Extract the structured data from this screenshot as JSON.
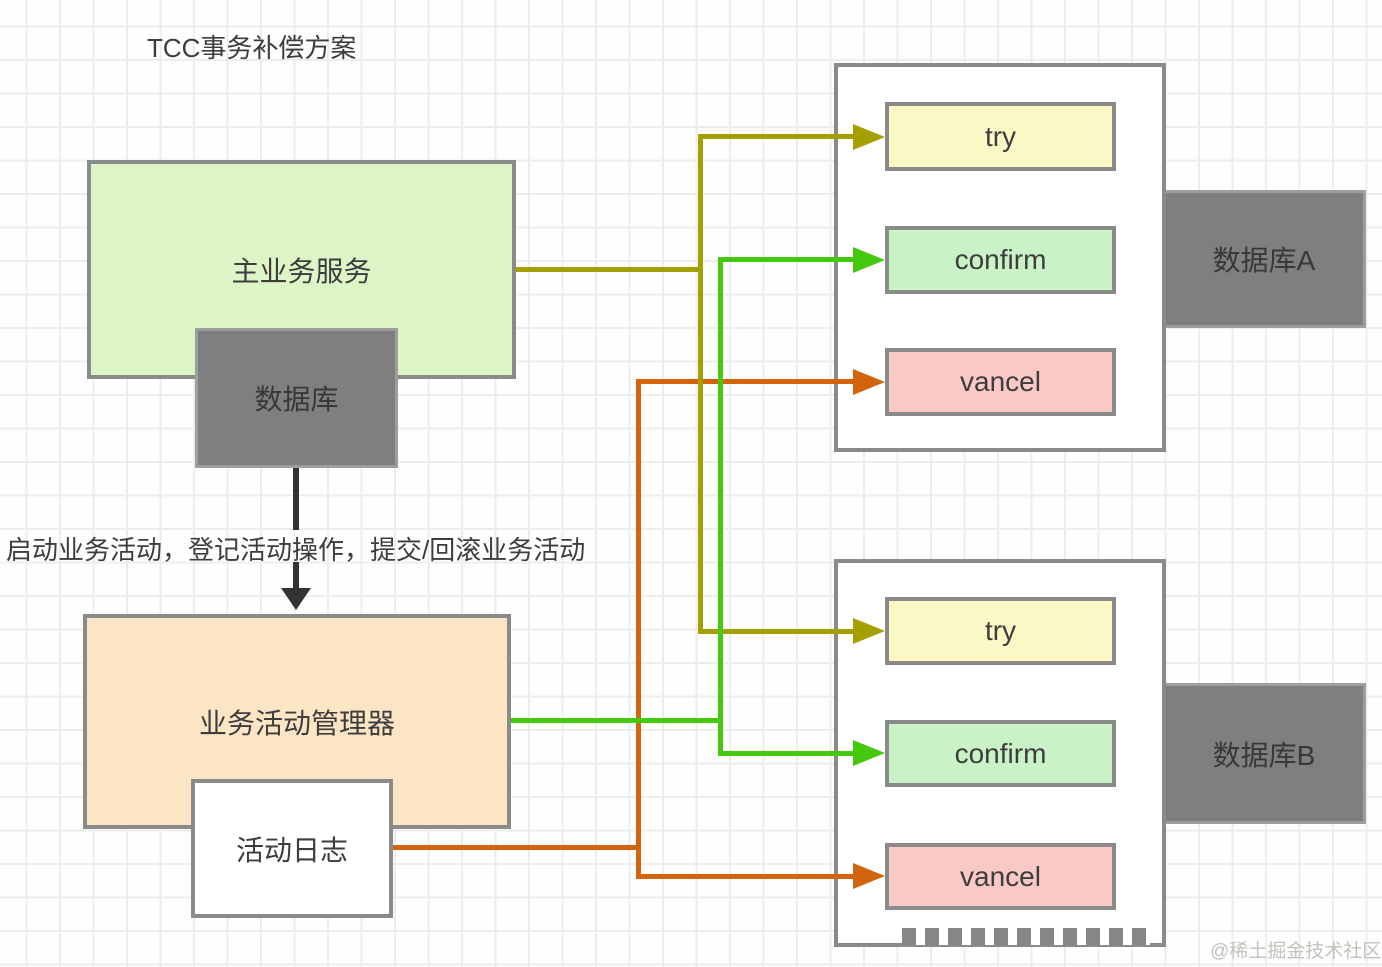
{
  "title": "TCC事务补偿方案",
  "annotation": "启动业务活动，登记活动操作，提交/回滚业务活动",
  "watermark": "@稀土掘金技术社区",
  "nodes": {
    "main_service": "主业务服务",
    "main_database": "数据库",
    "activity_manager": "业务活动管理器",
    "activity_log": "活动日志",
    "database_a": "数据库A",
    "database_b": "数据库B"
  },
  "service_a": {
    "try": "try",
    "confirm": "confirm",
    "cancel": "vancel"
  },
  "service_b": {
    "try": "try",
    "confirm": "confirm",
    "cancel": "vancel"
  },
  "colors": {
    "canvas_bg": "#fefefe",
    "grid_line": "#ededed",
    "node_border": "#8a8a8a",
    "gray_node_border": "#9e9e9e",
    "gray_node_fill": "#7f7f7f",
    "main_service_fill": "#ddf5c6",
    "activity_manager_fill": "#fce5c5",
    "activity_log_fill": "#ffffff",
    "container_fill": "#ffffff",
    "try_fill": "#fcf8c5",
    "confirm_fill": "#c9f3c6",
    "cancel_fill": "#f9c9c5",
    "line_olive": "#a4a000",
    "line_green": "#45c80e",
    "line_orange": "#d2640d",
    "line_black": "#333333",
    "text_dark": "#3d3d3d",
    "watermark_gray": "#c5c2bc",
    "partial_mark_gray": "#868686"
  }
}
